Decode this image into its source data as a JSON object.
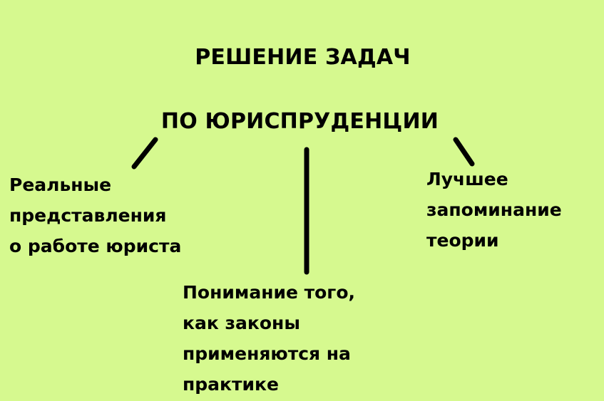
{
  "diagram": {
    "title_line_1": "РЕШЕНИЕ ЗАДАЧ",
    "title_line_2": "ПО ЮРИСПРУДЕНЦИИ",
    "branches": [
      {
        "lines": [
          "Реальные",
          "представления",
          "о работе юриста"
        ]
      },
      {
        "lines": [
          "Понимание того,",
          "как законы",
          "применяются на",
          "практике"
        ]
      },
      {
        "lines": [
          "Лучшее",
          "запоминание",
          "теории"
        ]
      }
    ]
  },
  "colors": {
    "background": "#d6f98f",
    "text": "#000000",
    "connector": "#000000"
  }
}
